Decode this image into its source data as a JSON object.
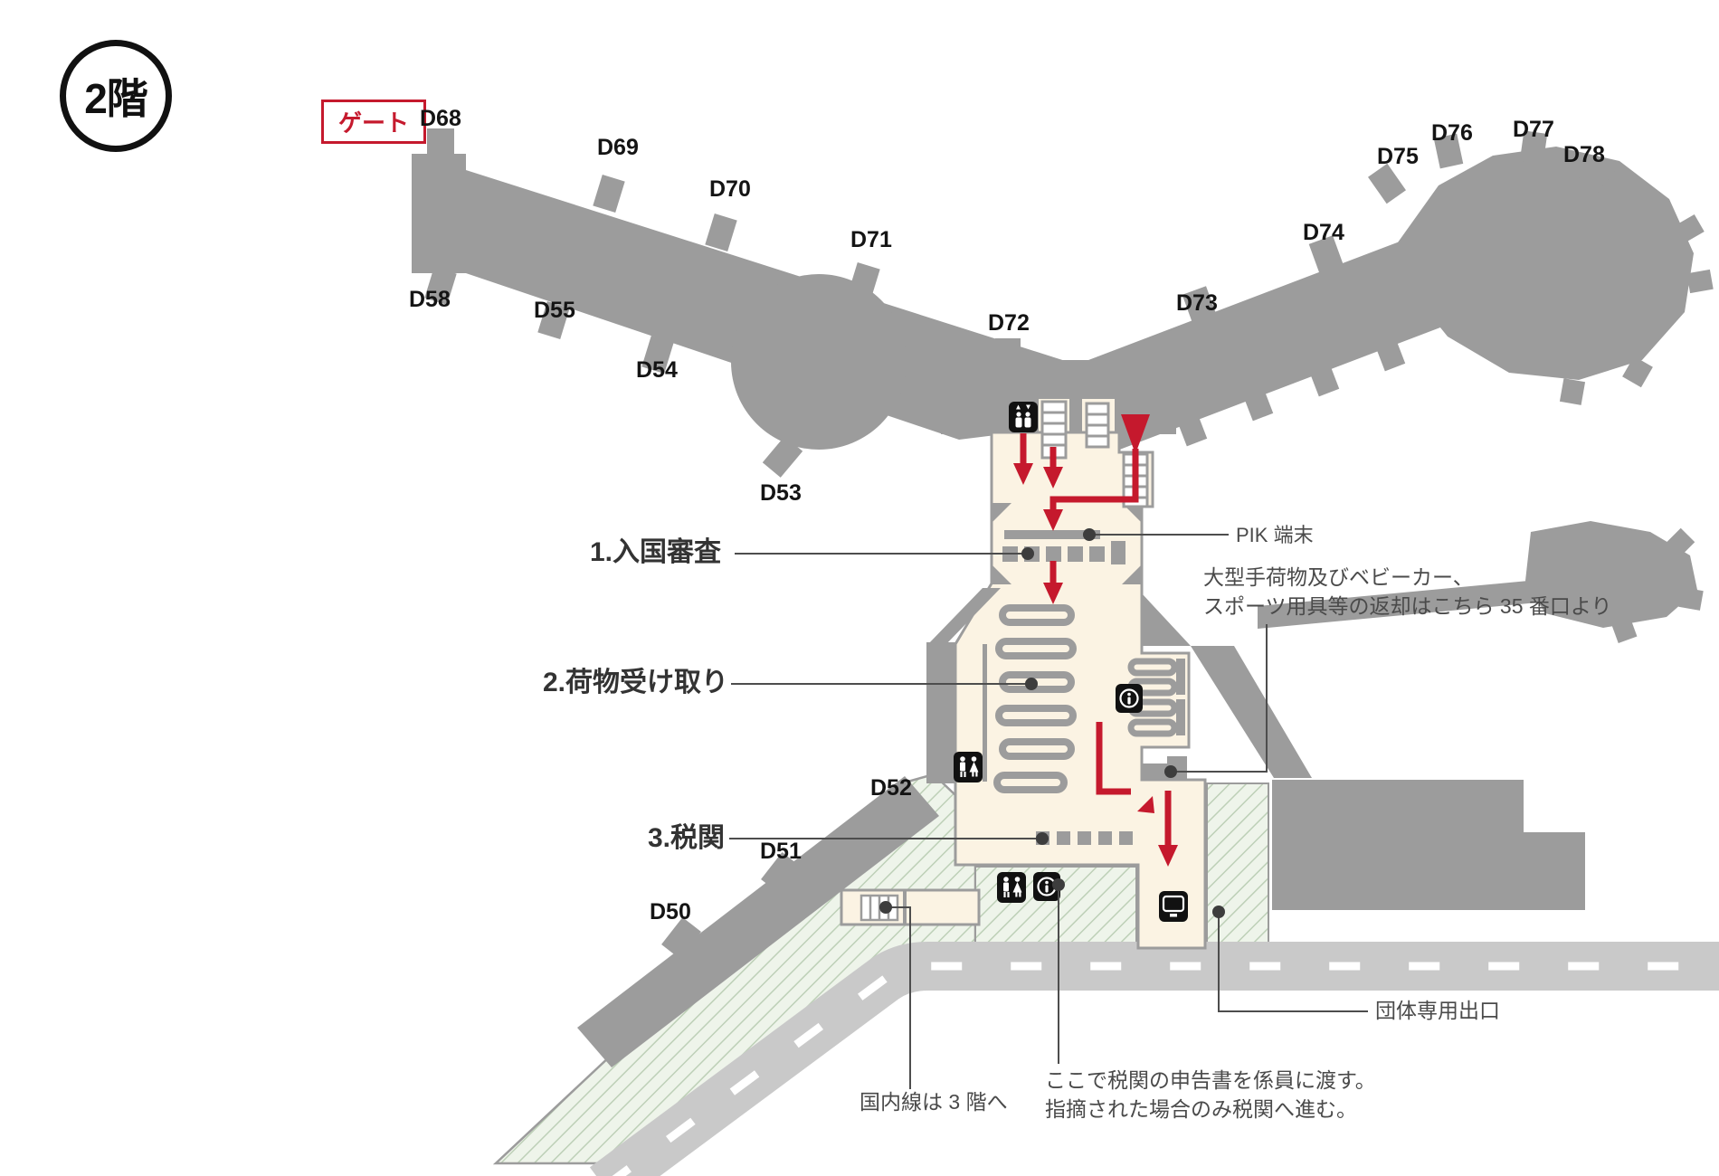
{
  "floor_badge": {
    "label": "2階"
  },
  "legend": {
    "gate": "ゲート"
  },
  "gates": {
    "d50": "D50",
    "d51": "D51",
    "d52": "D52",
    "d53": "D53",
    "d54": "D54",
    "d55": "D55",
    "d58": "D58",
    "d68": "D68",
    "d69": "D69",
    "d70": "D70",
    "d71": "D71",
    "d72": "D72",
    "d73": "D73",
    "d74": "D74",
    "d75": "D75",
    "d76": "D76",
    "d77": "D77",
    "d78": "D78"
  },
  "flow_steps": {
    "immigration": "1.入国審査",
    "baggage_claim": "2.荷物受け取り",
    "customs": "3.税関"
  },
  "annotations": {
    "pik_terminal": "PIK 端末",
    "oversize_baggage_line1": "大型手荷物及びベビーカー、",
    "oversize_baggage_line2": "スポーツ用具等の返却はこちら 35 番口より",
    "group_exit": "団体専用出口",
    "domestic_transfer": "国内線は 3 階へ",
    "customs_note_line1": "ここで税関の申告書を係員に渡す。",
    "customs_note_line2": "指摘された場合のみ税関へ進む。"
  },
  "icons": {
    "elevator": "elevator-icon",
    "toilet": "toilet-icon",
    "information": "information-icon",
    "kiosk": "kiosk-icon",
    "stairs": "stairs-icon"
  },
  "colors": {
    "accent_red": "#c5192d",
    "terminal_gray": "#9c9c9c",
    "hall_cream": "#fbf3e3",
    "hatch_green_bg": "#eef4ea",
    "hatch_green_line": "#bdd0b7",
    "road_gray": "#c9c9c9",
    "label_black": "#141414"
  }
}
